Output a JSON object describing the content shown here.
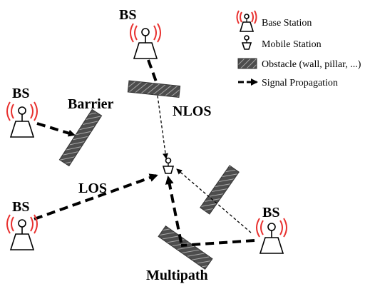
{
  "labels": {
    "bs": "BS",
    "barrier": "Barrier",
    "nlos": "NLOS",
    "los": "LOS",
    "multipath": "Multipath"
  },
  "legend": {
    "base_station": "Base Station",
    "mobile_station": "Mobile Station",
    "obstacle": "Obstacle (wall, pillar, ...)",
    "signal": "Signal Propagation"
  },
  "colors": {
    "radio_arc": "#e8312f",
    "obstacle_fill": "#555555",
    "line": "#000000"
  },
  "icons": {
    "base_station": "antenna-tower-icon",
    "mobile_station": "mobile-station-icon",
    "obstacle": "hatched-obstacle-icon",
    "signal": "dashed-arrow-icon"
  }
}
